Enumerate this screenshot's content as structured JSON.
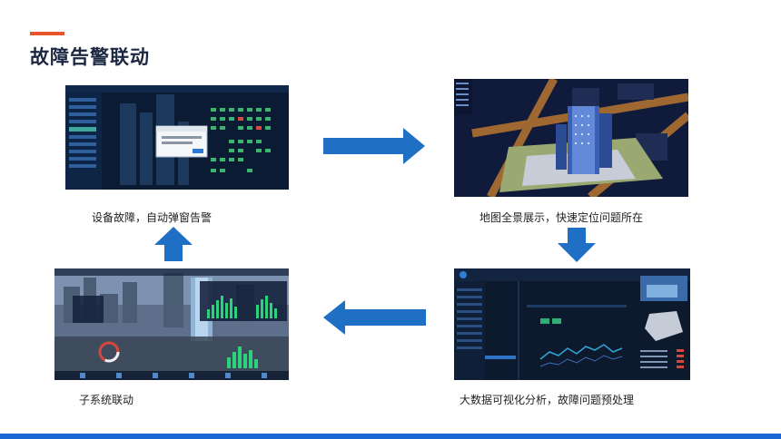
{
  "slide": {
    "title": "故障告警联动",
    "accent_color": "#e8552c",
    "bottom_bar_color": "#1a66d6",
    "arrow_color": "#1f6fc4"
  },
  "panels": [
    {
      "id": "alarm-popup",
      "caption": "设备故障，自动弹窗告警"
    },
    {
      "id": "map-locate",
      "caption": "地图全景展示，快速定位问题所在"
    },
    {
      "id": "big-data",
      "caption": "大数据可视化分析，故障问题预处理"
    },
    {
      "id": "subsystem",
      "caption": "子系统联动"
    }
  ],
  "flow": [
    {
      "from": "alarm-popup",
      "to": "map-locate",
      "direction": "right"
    },
    {
      "from": "map-locate",
      "to": "big-data",
      "direction": "down"
    },
    {
      "from": "big-data",
      "to": "subsystem",
      "direction": "left"
    },
    {
      "from": "subsystem",
      "to": "alarm-popup",
      "direction": "up"
    }
  ]
}
